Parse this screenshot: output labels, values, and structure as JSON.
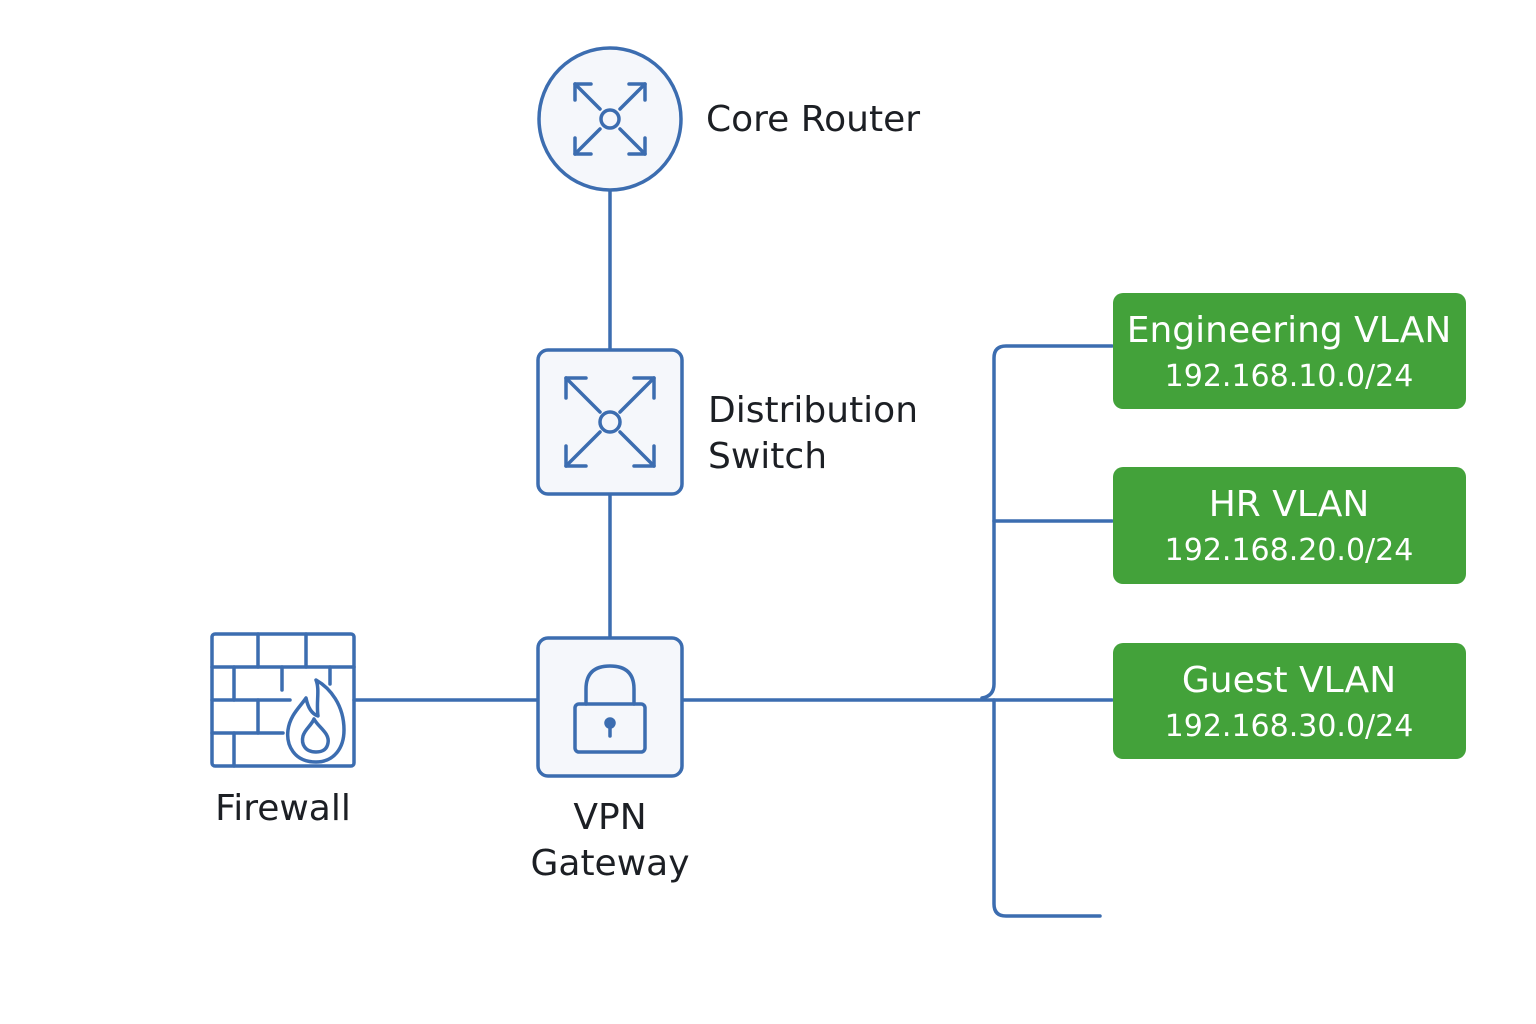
{
  "colors": {
    "line": "#3c6db0",
    "node_fill": "#f5f7fb",
    "vlan_fill": "#43a23a",
    "text": "#1c1f24"
  },
  "nodes": {
    "core_router": {
      "label": "Core Router",
      "icon": "router-arrows-icon"
    },
    "distribution_switch": {
      "label_line1": "Distribution",
      "label_line2": "Switch",
      "icon": "switch-arrows-icon"
    },
    "vpn_gateway": {
      "label_line1": "VPN",
      "label_line2": "Gateway",
      "icon": "padlock-icon"
    },
    "firewall": {
      "label": "Firewall",
      "icon": "brick-wall-flame-icon"
    }
  },
  "vlans": [
    {
      "name": "Engineering VLAN",
      "subnet": "192.168.10.0/24"
    },
    {
      "name": "HR VLAN",
      "subnet": "192.168.20.0/24"
    },
    {
      "name": "Guest VLAN",
      "subnet": "192.168.30.0/24"
    }
  ]
}
